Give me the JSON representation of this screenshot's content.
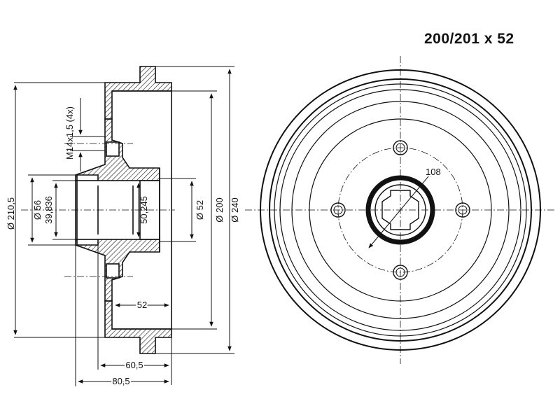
{
  "title": "200/201 x 52",
  "dims": {
    "d210": "Ø 210,5",
    "d56": "Ø 56",
    "d39": "39,836",
    "thread": "M14x1,5 (4x)",
    "d50": "50,245",
    "d52": "Ø 52",
    "d200": "Ø 200",
    "d240": "Ø 240",
    "w52": "52",
    "w60": "60,5",
    "w80": "80,5",
    "pcd": "108"
  },
  "colors": {
    "line": "#111111",
    "hatch": "#111111",
    "background": "#ffffff"
  }
}
